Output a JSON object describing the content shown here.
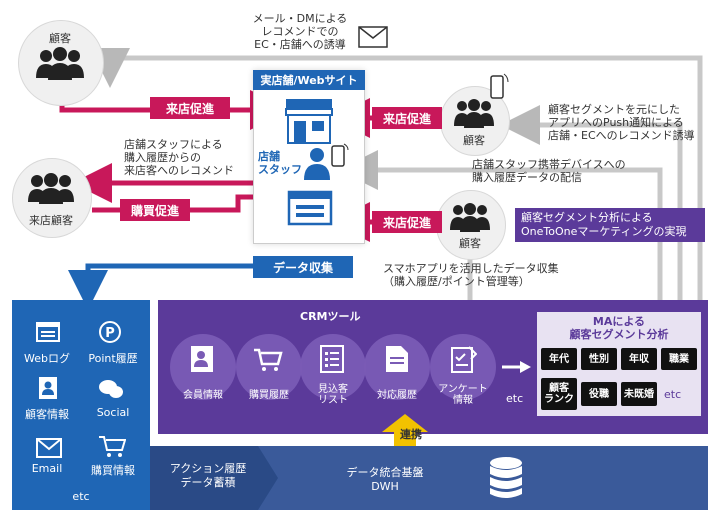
{
  "top_note": "メール・DMによる\nレコメンドでの\nEC・店舗への誘導",
  "store_title": "実店舗/Webサイト",
  "store_staff_label": "店舗\nスタッフ",
  "data_collect": "データ収集",
  "customer_top": "顧客",
  "customer_right_top": "顧客",
  "customer_visit": "来店顧客",
  "customer_right_bottom": "顧客",
  "arrow_visit_left": "来店促進",
  "arrow_visit_right": "来店促進",
  "arrow_visit_bottom": "来店促進",
  "arrow_buy": "購買促進",
  "note_staff_recommend": "店舗スタッフによる\n購入履歴からの\n来店客へのレコメンド",
  "note_segment_push": "顧客セグメントを元にした\nアプリへのPush通知による\n店舗・ECへのレコメンド誘導",
  "note_device": "店舗スタッフ携帯デバイスへの\n購入履歴データの配信",
  "note_oneto": "顧客セグメント分析による\nOneToOneマーケティングの実現",
  "note_app": "スマホアプリを活用したデータ収集\n（購入履歴/ポイント管理等）",
  "crm_title": "CRMツール",
  "crm_items": [
    "会員情報",
    "購買履歴",
    "見込客\nリスト",
    "対応履歴",
    "アンケート\n情報"
  ],
  "crm_etc": "etc",
  "ma_title": "MAによる\n顧客セグメント分析",
  "ma_items": [
    "年代",
    "性別",
    "年収",
    "職業",
    "顧客\nランク",
    "役職",
    "未既婚"
  ],
  "ma_etc": "etc",
  "link": "連携",
  "left_items": [
    "Webログ",
    "Point履歴",
    "顧客情報",
    "Social",
    "Email",
    "購買情報"
  ],
  "left_etc": "etc",
  "action_label": "アクション履歴\nデータ蓄積",
  "dwh_label": "データ統合基盤\nDWH",
  "colors": {
    "red": "#c8185a",
    "blue": "#1f66b5",
    "purple": "#5b3a9a",
    "dwh": "#3a5a9a"
  }
}
